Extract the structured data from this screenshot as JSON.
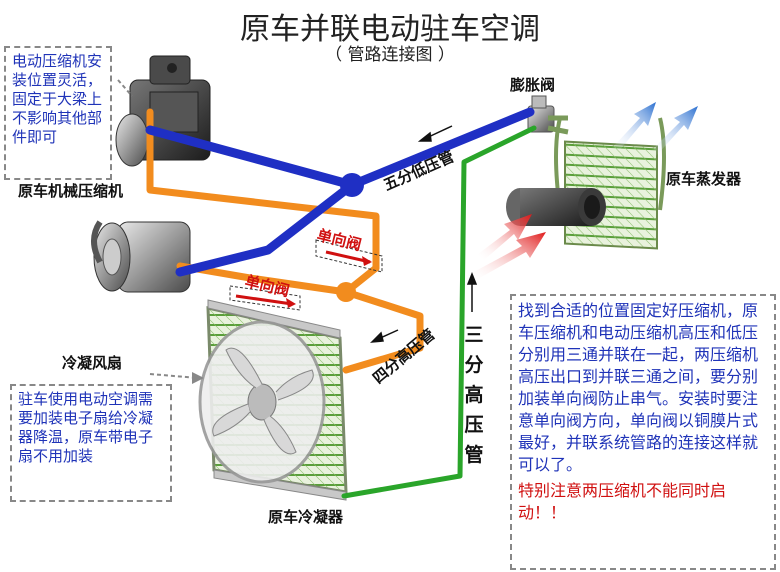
{
  "title": "原车并联电动驻车空调",
  "subtitle": "（ 管路连接图 ）",
  "labels": {
    "expansion_valve": "膨胀阀",
    "evaporator": "原车蒸发器",
    "mech_compressor": "原车机械压缩机",
    "low_pressure_pipe": "五分低压管",
    "check_valve_upper": "单向阀",
    "check_valve_lower": "单向阀",
    "high_pressure_pipe_4": "四分高压管",
    "high_pressure_pipe_3": "三分高压管",
    "condenser_fan": "冷凝风扇",
    "condenser": "原车冷凝器"
  },
  "notes": {
    "electric_compressor": "电动压缩机安装位置灵活，固定于大梁上不影响其他部件即可",
    "condenser_fan_note": "驻车使用电动空调需要加装电子扇给冷凝器降温，原车带电子扇不用加装",
    "install_note": "找到合适的位置固定好压缩机，原车压缩机和电动压缩机高压和低压分别用三通并联在一起，两压缩机高压出口到并联三通之间，要分别加装单向阀防止串气。安装时要注意单向阀方向，单向阀以铜膜片式最好，并联系统管路的连接这样就可以了。",
    "warning": "特别注意两压缩机不能同时启动！！"
  },
  "colors": {
    "low_pressure": "#1f2fc4",
    "high_pressure": "#f28c1e",
    "liquid_line": "#2aa52a",
    "note_blue": "#1f33b8",
    "warning_red": "#d01010"
  }
}
